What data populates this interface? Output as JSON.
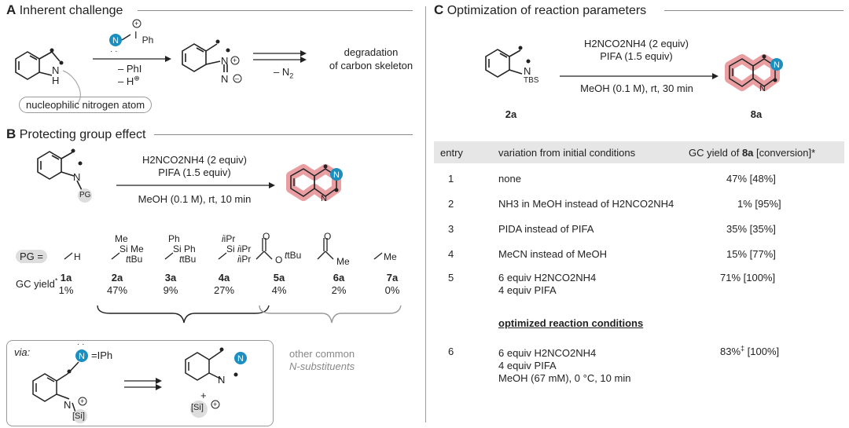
{
  "panel_a": {
    "letter": "A",
    "title": "Inherent challenge",
    "reagent_ph": "Ph",
    "reagent_i": "I",
    "cond_lines": [
      "– PhI",
      "– H"
    ],
    "atom_N": "N",
    "atom_H": "H",
    "n2_cond": "– N",
    "product_text": [
      "degradation",
      "of carbon skeleton"
    ],
    "nucleophilic_label": "nucleophilic nitrogen atom"
  },
  "panel_b": {
    "letter": "B",
    "title": "Protecting group effect",
    "reagent1": "H2NCO2NH4 (2 equiv)",
    "reagent2": "PIFA (1.5 equiv)",
    "conditions": "MeOH (0.1 M), rt, 10 min",
    "pg_label": "PG",
    "pg_eq": "PG =",
    "gc_yield_label": "GC yield",
    "compounds": [
      {
        "id": "1a",
        "yield": "1%"
      },
      {
        "id": "2a",
        "yield": "47%"
      },
      {
        "id": "3a",
        "yield": "9%"
      },
      {
        "id": "4a",
        "yield": "27%"
      },
      {
        "id": "5a",
        "yield": "4%"
      },
      {
        "id": "6a",
        "yield": "2%"
      },
      {
        "id": "7a",
        "yield": "0%"
      }
    ],
    "other_label_1": "other common",
    "other_label_2": "N-substituents",
    "via_label": "via:",
    "via_iph": "=IPh",
    "via_si": "[Si]",
    "via_plus": "+",
    "si_groups": {
      "pg2": [
        "Me",
        "Me",
        "Si",
        "tBu"
      ],
      "pg3": [
        "Ph",
        "Ph",
        "Si",
        "tBu"
      ],
      "pg4": [
        "iPr",
        "Si",
        "iPr",
        "iPr"
      ],
      "pg5": [
        "O",
        "O",
        "tBu"
      ],
      "pg6": [
        "O",
        "Me"
      ],
      "pg7": [
        "Me"
      ],
      "pg1": [
        "H"
      ]
    }
  },
  "panel_c": {
    "letter": "C",
    "title": "Optimization of reaction parameters",
    "reagent1": "H2NCO2NH4 (2 equiv)",
    "reagent2": "PIFA (1.5 equiv)",
    "conditions": "MeOH (0.1 M), rt, 30 min",
    "sm_label": "2a",
    "sm_pg": "TBS",
    "product_label": "8a",
    "table_headers": [
      "entry",
      "variation from initial conditions",
      "GC yield of",
      "8a",
      "[conversion]*"
    ],
    "rows": [
      {
        "entry": "1",
        "variation": "none",
        "yield": "47% [48%]"
      },
      {
        "entry": "2",
        "variation": "NH3 in MeOH instead of H2NCO2NH4",
        "yield": "1% [95%]"
      },
      {
        "entry": "3",
        "variation": "PIDA instead of PIFA",
        "yield": "35% [35%]"
      },
      {
        "entry": "4",
        "variation": "MeCN instead of MeOH",
        "yield": "15% [77%]"
      },
      {
        "entry": "5",
        "variation_lines": [
          "6 equiv H2NCO2NH4",
          "4 equiv PIFA"
        ],
        "yield": "71% [100%]"
      }
    ],
    "optimized_label": "optimized reaction conditions",
    "row6": {
      "entry": "6",
      "variation_lines": [
        "6 equiv H2NCO2NH4",
        "4 equiv PIFA",
        "MeOH (67 mM), 0 °C, 10 min"
      ],
      "yield_main": "83%",
      "yield_mark": "‡",
      "yield_conv": "[100%]"
    }
  },
  "colors": {
    "nitrogen_blue": "#1b8fc0",
    "highlight_red": "#e58d92",
    "rule_gray": "#8a8a8a"
  }
}
